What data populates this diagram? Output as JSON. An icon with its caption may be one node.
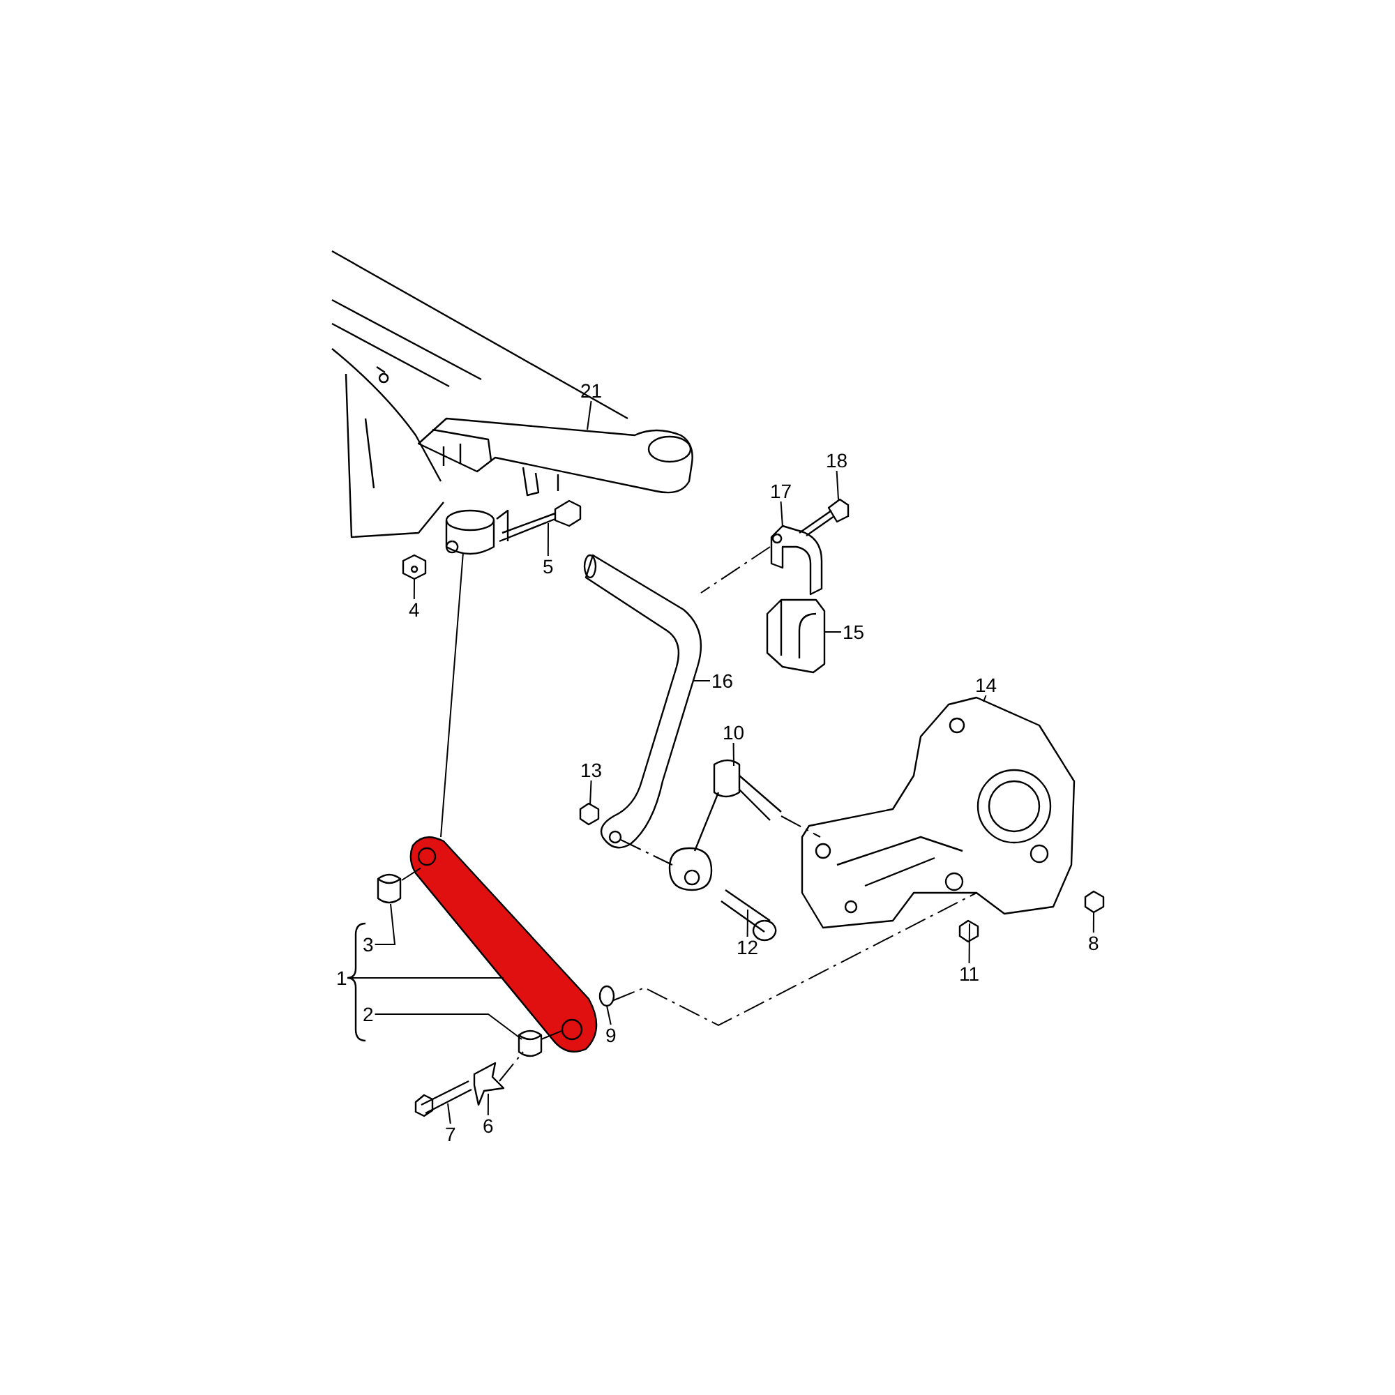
{
  "diagram": {
    "nodes": [
      {
        "text": [
          "21"
        ]
      },
      {
        "text": [
          "18"
        ]
      },
      {
        "text": [
          "17"
        ]
      },
      {
        "text": [
          "15"
        ]
      },
      {
        "text": [
          "5"
        ]
      },
      {
        "text": [
          "4"
        ]
      },
      {
        "text": [
          "16"
        ]
      },
      {
        "text": [
          "14"
        ]
      },
      {
        "text": [
          "10"
        ]
      },
      {
        "text": [
          "13"
        ]
      },
      {
        "text": [
          "12"
        ]
      },
      {
        "text": [
          "11"
        ]
      },
      {
        "text": [
          "8"
        ]
      },
      {
        "text": [
          "1"
        ]
      },
      {
        "text": [
          "3"
        ]
      },
      {
        "text": [
          "2"
        ]
      },
      {
        "text": [
          "9"
        ]
      },
      {
        "text": [
          "7"
        ]
      },
      {
        "text": [
          "6"
        ]
      },
      {
        "text": [],
        "shape": "picture"
      },
      {
        "text": [],
        "shape": "picture"
      },
      {
        "text": [],
        "shape": "picture"
      },
      {
        "text": [],
        "shape": "picture"
      },
      {
        "text": [],
        "shape": "picture"
      },
      {
        "text": [],
        "shape": "picture"
      },
      {
        "text": [],
        "shape": "picture"
      },
      {
        "text": [],
        "shape": "picture"
      },
      {
        "text": [],
        "shape": "picture"
      },
      {
        "text": [],
        "shape": "picture"
      },
      {
        "text": [],
        "shape": "picture"
      },
      {
        "text": [],
        "shape": "picture"
      },
      {
        "text": [],
        "shape": "picture"
      },
      {
        "text": [],
        "shape": "picture"
      },
      {
        "text": [],
        "shape": "picture"
      },
      {
        "text": [],
        "shape": "picture"
      },
      {
        "text": [],
        "shape": "circle"
      },
      {
        "text": [],
        "shape": "picture"
      },
      {
        "text": [],
        "shape": "picture"
      },
      {
        "text": [],
        "shape": "picture"
      }
    ],
    "edges": [
      {
        "from": 0,
        "to": 19,
        "arrow": "none"
      },
      {
        "from": 1,
        "to": 20,
        "arrow": "none"
      },
      {
        "from": 2,
        "to": 21,
        "arrow": "none"
      },
      {
        "from": 3,
        "to": 22,
        "arrow": "none"
      },
      {
        "from": 4,
        "to": 23,
        "arrow": "none"
      },
      {
        "from": 5,
        "to": 24,
        "arrow": "none"
      },
      {
        "from": 6,
        "to": 25,
        "arrow": "none"
      },
      {
        "from": 7,
        "to": 26,
        "arrow": "none"
      },
      {
        "from": 8,
        "to": 27,
        "arrow": "none"
      },
      {
        "from": 9,
        "to": 28,
        "arrow": "none"
      },
      {
        "from": 10,
        "to": 29,
        "arrow": "none"
      },
      {
        "from": 11,
        "to": 30,
        "arrow": "none"
      },
      {
        "from": 12,
        "to": 31,
        "arrow": "none"
      },
      {
        "from": 13,
        "to": 32,
        "arrow": "none"
      },
      {
        "from": 14,
        "to": 33,
        "arrow": "none"
      },
      {
        "from": 15,
        "to": 34,
        "arrow": "none"
      },
      {
        "from": 16,
        "to": 35,
        "arrow": "none"
      },
      {
        "from": 17,
        "to": 36,
        "arrow": "none"
      },
      {
        "from": 18,
        "to": 37,
        "arrow": "none"
      },
      {
        "from": 32,
        "to": 38,
        "arrow": "none"
      },
      {
        "from": 21,
        "to": 25,
        "arrow": "none",
        "style": "dashed"
      },
      {
        "from": 25,
        "to": 27,
        "arrow": "none",
        "style": "dashed"
      },
      {
        "from": 27,
        "to": 26,
        "arrow": "none",
        "style": "dashed"
      },
      {
        "from": 35,
        "to": 26,
        "arrow": "none",
        "style": "dashed"
      },
      {
        "from": 33,
        "to": 32,
        "arrow": "none",
        "style": "dashed"
      },
      {
        "from": 34,
        "to": 32,
        "arrow": "none",
        "style": "dashed"
      },
      {
        "from": 37,
        "to": 34,
        "arrow": "none",
        "style": "dashed"
      }
    ]
  }
}
